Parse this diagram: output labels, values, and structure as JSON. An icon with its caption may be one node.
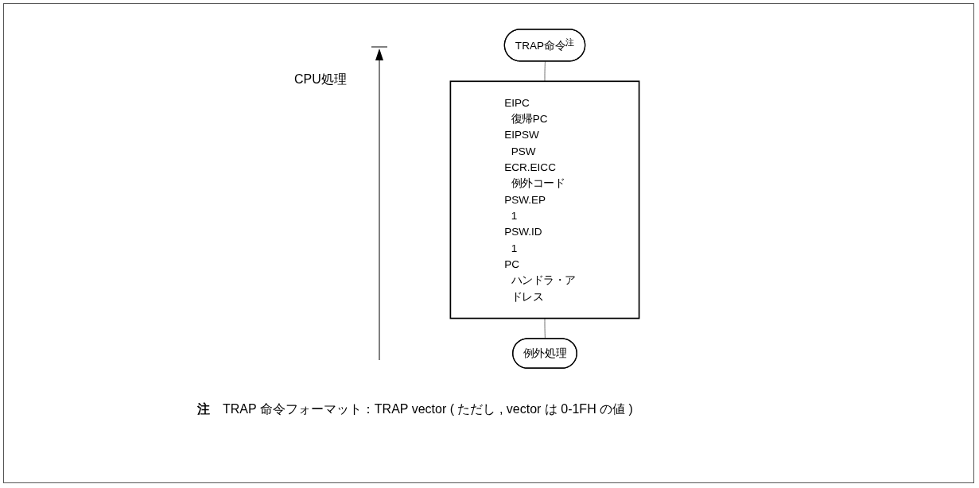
{
  "diagram": {
    "caption": "**注**　TRAP 命令フォーマット：TRAP vector ( ただし , vector は 0-1FH の値 )",
    "nodes": [
      {
        "text": [
          "TRAP命令$^{注}$"
        ]
      },
      {
        "text": [
          "EIPC",
          "復帰PC",
          "EIPSW",
          "PSW",
          "ECR.EICC",
          "例外コード",
          "PSW.EP",
          "1",
          "PSW.ID",
          "1",
          "PC",
          "ハンドラ・アドレス"
        ]
      },
      {
        "text": [
          "例外処理"
        ]
      }
    ],
    "edges": [
      {
        "from": 0,
        "to": 1,
        "arrow": "none"
      },
      {
        "from": 1,
        "to": 2,
        "arrow": "none"
      }
    ],
    "labels": [
      "CPU処理"
    ]
  }
}
